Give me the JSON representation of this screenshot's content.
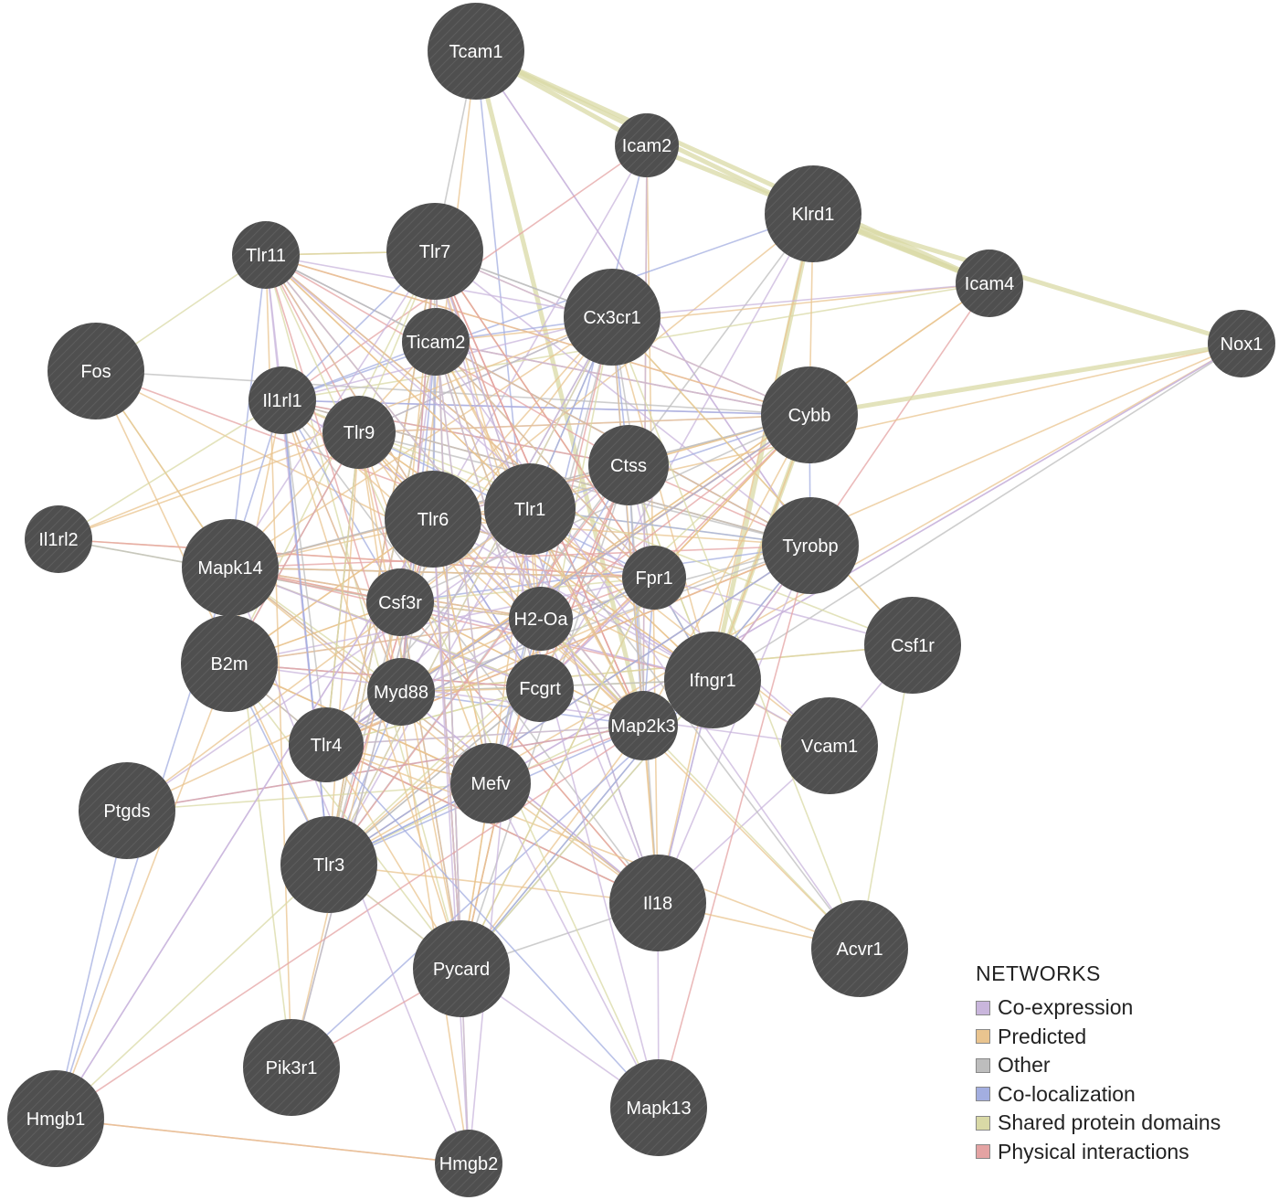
{
  "legend": {
    "title": "NETWORKS",
    "items": [
      {
        "key": "coexp",
        "label": "Co-expression",
        "color": "#c9b6dc"
      },
      {
        "key": "pred",
        "label": "Predicted",
        "color": "#e9c48f"
      },
      {
        "key": "other",
        "label": "Other",
        "color": "#bdbdbd"
      },
      {
        "key": "coloc",
        "label": "Co-localization",
        "color": "#a3aee0"
      },
      {
        "key": "spd",
        "label": "Shared protein domains",
        "color": "#d9d9a6"
      },
      {
        "key": "phys",
        "label": "Physical interactions",
        "color": "#e4a3a3"
      }
    ]
  },
  "node_color": "#4f4f4f",
  "nodes": [
    {
      "id": "Tcam1",
      "label": "Tcam1"
    },
    {
      "id": "Icam2",
      "label": "Icam2"
    },
    {
      "id": "Klrd1",
      "label": "Klrd1"
    },
    {
      "id": "Icam4",
      "label": "Icam4"
    },
    {
      "id": "Nox1",
      "label": "Nox1"
    },
    {
      "id": "Tlr11",
      "label": "Tlr11"
    },
    {
      "id": "Tlr7",
      "label": "Tlr7"
    },
    {
      "id": "Cx3cr1",
      "label": "Cx3cr1"
    },
    {
      "id": "Ticam2",
      "label": "Ticam2"
    },
    {
      "id": "Fos",
      "label": "Fos"
    },
    {
      "id": "Il1rl1",
      "label": "Il1rl1"
    },
    {
      "id": "Tlr9",
      "label": "Tlr9"
    },
    {
      "id": "Cybb",
      "label": "Cybb"
    },
    {
      "id": "Ctss",
      "label": "Ctss"
    },
    {
      "id": "Tlr6",
      "label": "Tlr6"
    },
    {
      "id": "Tlr1",
      "label": "Tlr1"
    },
    {
      "id": "Il1rl2",
      "label": "Il1rl2"
    },
    {
      "id": "Tyrobp",
      "label": "Tyrobp"
    },
    {
      "id": "Mapk14",
      "label": "Mapk14"
    },
    {
      "id": "Fpr1",
      "label": "Fpr1"
    },
    {
      "id": "Csf3r",
      "label": "Csf3r"
    },
    {
      "id": "H2-Oa",
      "label": "H2-Oa"
    },
    {
      "id": "Csf1r",
      "label": "Csf1r"
    },
    {
      "id": "B2m",
      "label": "B2m"
    },
    {
      "id": "Ifngr1",
      "label": "Ifngr1"
    },
    {
      "id": "Myd88",
      "label": "Myd88"
    },
    {
      "id": "Fcgrt",
      "label": "Fcgrt"
    },
    {
      "id": "Map2k3",
      "label": "Map2k3"
    },
    {
      "id": "Tlr4",
      "label": "Tlr4"
    },
    {
      "id": "Vcam1",
      "label": "Vcam1"
    },
    {
      "id": "Mefv",
      "label": "Mefv"
    },
    {
      "id": "Ptgds",
      "label": "Ptgds"
    },
    {
      "id": "Tlr3",
      "label": "Tlr3"
    },
    {
      "id": "Il18",
      "label": "Il18"
    },
    {
      "id": "Acvr1",
      "label": "Acvr1"
    },
    {
      "id": "Pycard",
      "label": "Pycard"
    },
    {
      "id": "Pik3r1",
      "label": "Pik3r1"
    },
    {
      "id": "Hmgb1",
      "label": "Hmgb1"
    },
    {
      "id": "Mapk13",
      "label": "Mapk13"
    },
    {
      "id": "Hmgb2",
      "label": "Hmgb2"
    }
  ]
}
